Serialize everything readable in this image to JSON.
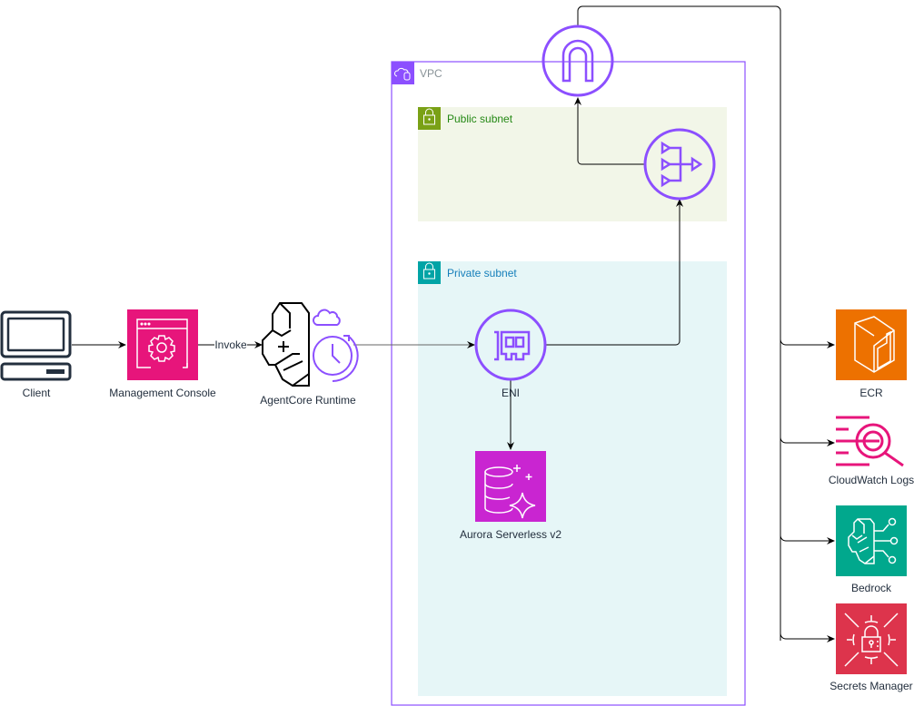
{
  "colors": {
    "vpc": "#8c4fff",
    "public_subnet_fill": "#f2f6e8",
    "public_subnet_accent": "#7aa116",
    "public_subnet_text": "#248814",
    "private_subnet_fill": "#e6f6f7",
    "private_subnet_accent": "#00a4a6",
    "private_subnet_text": "#147eba",
    "management_console": "#e7157b",
    "aurora": "#c925d1",
    "ecr": "#ed7100",
    "cloudwatch": "#e7157b",
    "bedrock": "#01a88d",
    "secrets_manager": "#dd344c",
    "agentcore_accent": "#8c4fff"
  },
  "groups": {
    "vpc": {
      "label": "VPC",
      "icon": "vpc-cloud-icon"
    },
    "public_subnet": {
      "label": "Public subnet",
      "icon": "lock-icon"
    },
    "private_subnet": {
      "label": "Private subnet",
      "icon": "lock-icon"
    }
  },
  "nodes": {
    "client": {
      "label": "Client",
      "icon": "desktop-computer-icon"
    },
    "management_console": {
      "label": "Management Console",
      "icon": "gear-window-icon"
    },
    "agentcore_runtime": {
      "label": "AgentCore Runtime",
      "icon": "brain-clock-cloud-icon"
    },
    "eni": {
      "label": "ENI",
      "icon": "network-card-icon"
    },
    "aurora": {
      "label": "Aurora Serverless v2",
      "icon": "database-sparkle-icon"
    },
    "internet_gateway": {
      "label": "",
      "icon": "internet-gateway-icon"
    },
    "nat_gateway": {
      "label": "",
      "icon": "nat-gateway-icon"
    },
    "ecr": {
      "label": "ECR",
      "icon": "container-registry-icon"
    },
    "cloudwatch_logs": {
      "label": "CloudWatch Logs",
      "icon": "logs-search-icon"
    },
    "bedrock": {
      "label": "Bedrock",
      "icon": "brain-circuit-icon"
    },
    "secrets_manager": {
      "label": "Secrets Manager",
      "icon": "lock-target-icon"
    }
  },
  "edges": [
    {
      "from": "client",
      "to": "management_console",
      "label": ""
    },
    {
      "from": "management_console",
      "to": "agentcore_runtime",
      "label": "Invoke"
    },
    {
      "from": "agentcore_runtime",
      "to": "eni",
      "label": ""
    },
    {
      "from": "eni",
      "to": "aurora",
      "label": ""
    },
    {
      "from": "eni",
      "to": "nat_gateway",
      "label": ""
    },
    {
      "from": "nat_gateway",
      "to": "internet_gateway",
      "label": ""
    },
    {
      "from": "internet_gateway",
      "to": "ecr",
      "label": ""
    },
    {
      "from": "internet_gateway",
      "to": "cloudwatch_logs",
      "label": ""
    },
    {
      "from": "internet_gateway",
      "to": "bedrock",
      "label": ""
    },
    {
      "from": "internet_gateway",
      "to": "secrets_manager",
      "label": ""
    }
  ]
}
